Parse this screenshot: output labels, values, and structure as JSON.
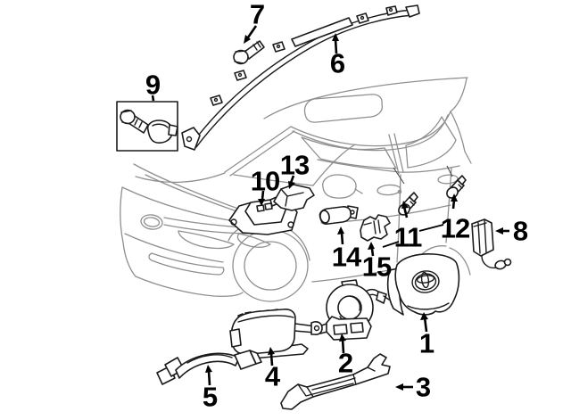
{
  "diagram": {
    "figure_type": "exploded-parts-diagram",
    "colors": {
      "background": "#ffffff",
      "part_line": "#1a1a1a",
      "car_line": "#8f8f8f",
      "callout_text": "#000000"
    },
    "icons": {
      "brand_emblem": "toyota-logo-icon"
    },
    "callouts": [
      {
        "label": "1"
      },
      {
        "label": "2"
      },
      {
        "label": "3"
      },
      {
        "label": "4"
      },
      {
        "label": "5"
      },
      {
        "label": "6"
      },
      {
        "label": "7"
      },
      {
        "label": "8"
      },
      {
        "label": "9"
      },
      {
        "label": "10"
      },
      {
        "label": "11"
      },
      {
        "label": "12"
      },
      {
        "label": "13"
      },
      {
        "label": "14"
      },
      {
        "label": "15"
      }
    ]
  }
}
